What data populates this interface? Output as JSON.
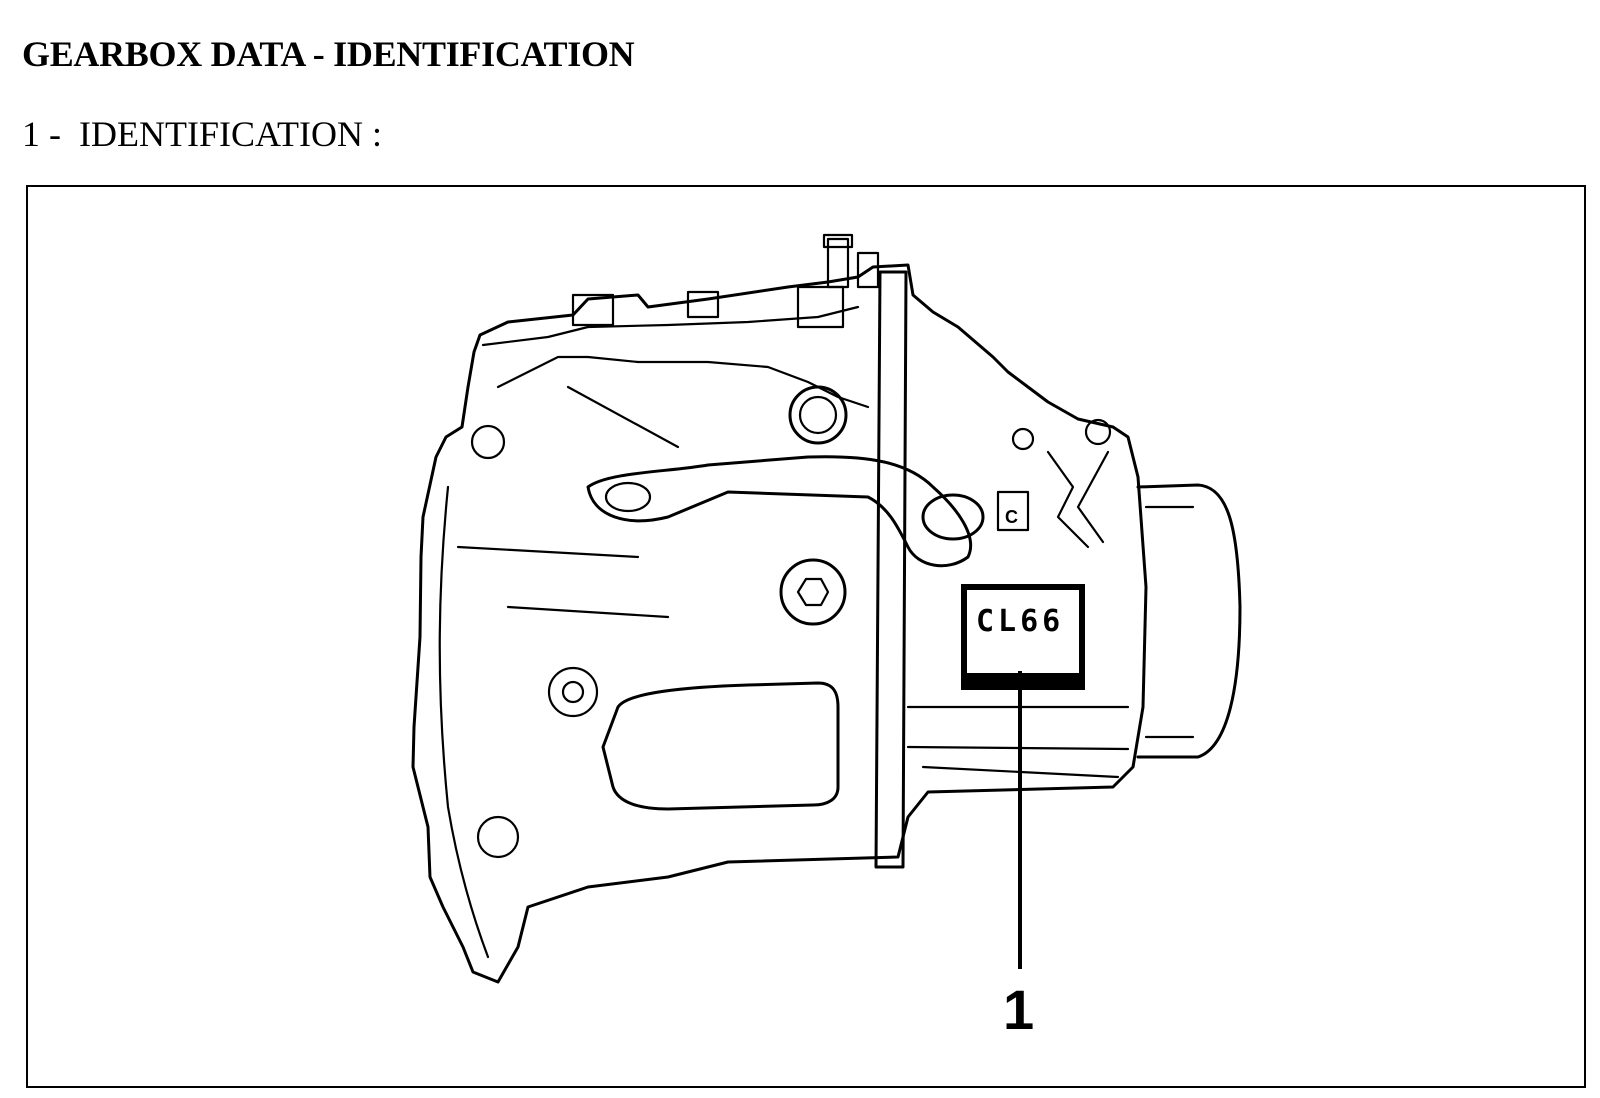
{
  "page": {
    "title": "GEARBOX DATA - IDENTIFICATION"
  },
  "section": {
    "number": "1 -",
    "heading": "IDENTIFICATION :"
  },
  "figure": {
    "plate_code": "CL66",
    "callout_label": "1",
    "housing_mark": "C"
  }
}
